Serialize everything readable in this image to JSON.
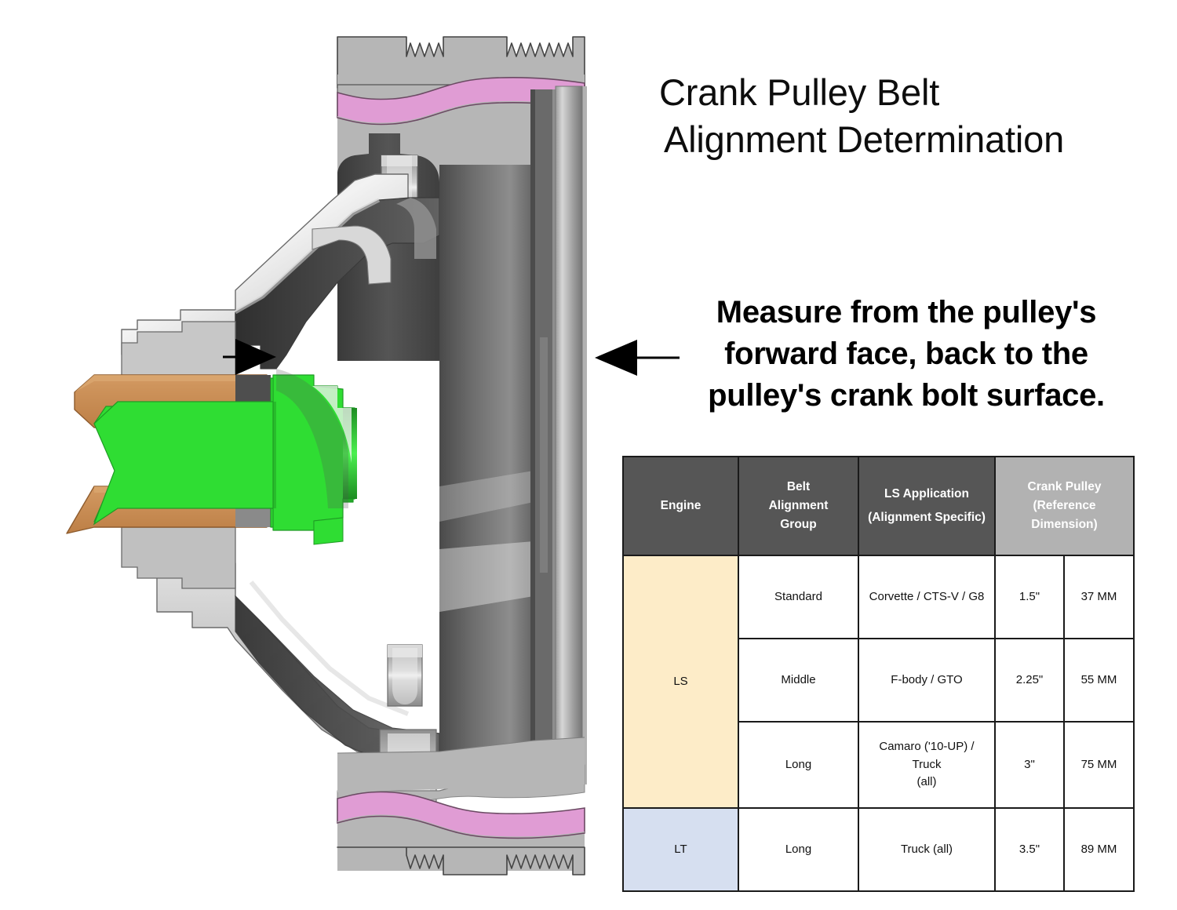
{
  "title": {
    "line1": "Crank Pulley Belt",
    "line2": "Alignment Determination"
  },
  "callout": {
    "line1": "Measure from the pulley's",
    "line2": "forward face, back to the",
    "line3": "pulley's crank bolt surface."
  },
  "table": {
    "headers": {
      "engine": "Engine",
      "belt_alignment_group_l1": "Belt",
      "belt_alignment_group_l2": "Alignment",
      "belt_alignment_group_l3": "Group",
      "ls_application_l1": "LS Application",
      "ls_application_l2": "(Alignment Specific)",
      "crank_pulley_l1": "Crank Pulley (Reference",
      "crank_pulley_l2": "Dimension)"
    },
    "groups": [
      {
        "label": "LS",
        "rows": 3
      },
      {
        "label": "LT",
        "rows": 1
      }
    ],
    "rows": [
      {
        "engine": "LS",
        "group": "Standard",
        "application": "Corvette / CTS-V / G8",
        "inches": "1.5\"",
        "mm": "37 MM"
      },
      {
        "engine": "LS",
        "group": "Middle",
        "application": "F-body / GTO",
        "inches": "2.25\"",
        "mm": "55 MM"
      },
      {
        "engine": "LS",
        "group": "Long",
        "application_l1": "Camaro ('10-UP) / Truck",
        "application_l2": "(all)",
        "inches": "3\"",
        "mm": "75 MM"
      },
      {
        "engine": "LT",
        "group": "Long",
        "application": "Truck (all)",
        "inches": "3.5\"",
        "mm": "89 MM"
      }
    ]
  },
  "colors": {
    "header_dark": "#565656",
    "header_light": "#b2b2b2",
    "group_ls": "#fdecc8",
    "group_lt": "#d6dff0",
    "elastomer_pink": "#e09cd4",
    "crank_snout_green": "#2fdd33",
    "bolt_copper": "#c98a52",
    "metal_light": "#b8b8b8",
    "metal_dark": "#3c3c3c",
    "outline": "#1a1a1a"
  },
  "annotations": {
    "forward_face_arrow": "arrow pointing right at pulley forward face",
    "crank_bolt_arrow": "arrow pointing left at pulley crank bolt surface"
  }
}
